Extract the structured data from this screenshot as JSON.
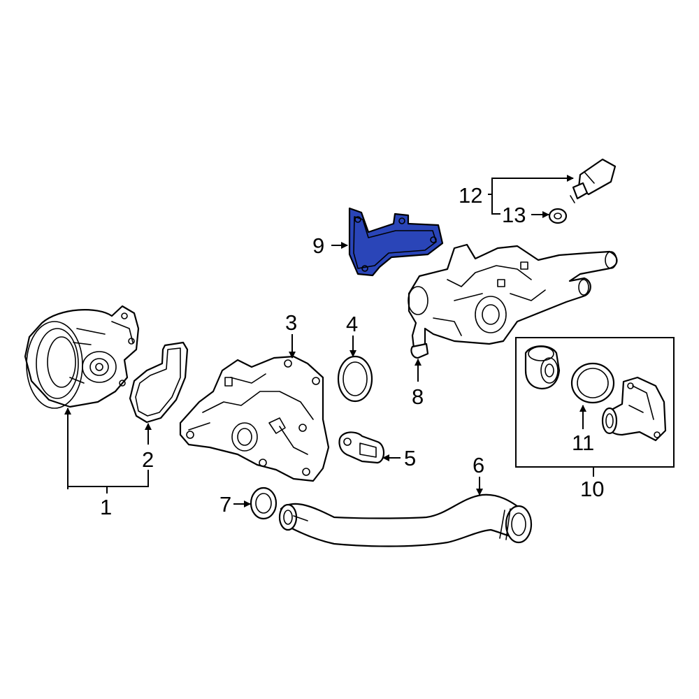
{
  "callouts": {
    "c1": "1",
    "c2": "2",
    "c3": "3",
    "c4": "4",
    "c5": "5",
    "c6": "6",
    "c7": "7",
    "c8": "8",
    "c9": "9",
    "c10": "10",
    "c11": "11",
    "c12": "12",
    "c13": "13"
  },
  "colors": {
    "highlight": "#2a45b8",
    "line": "#000000",
    "background": "#ffffff"
  },
  "highlighted_part": "9"
}
